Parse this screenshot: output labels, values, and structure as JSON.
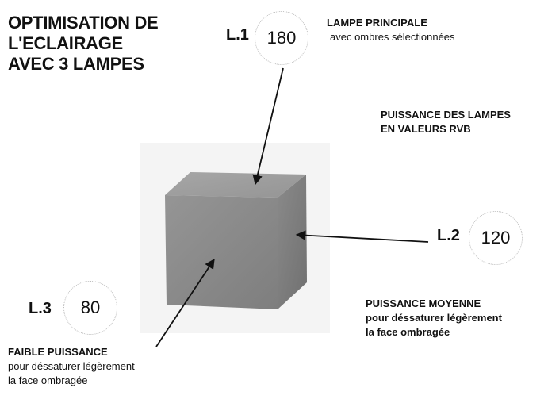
{
  "title": {
    "line1": "OPTIMISATION DE",
    "line2": "L'ECLAIRAGE",
    "line3": "AVEC 3 LAMPES"
  },
  "lamps": [
    {
      "label": "L.1",
      "value": "180"
    },
    {
      "label": "L.2",
      "value": "120"
    },
    {
      "label": "L.3",
      "value": "80"
    }
  ],
  "notes": {
    "main_title": "LAMPE PRINCIPALE",
    "main_sub": "avec ombres sélectionnées",
    "power_line1": "PUISSANCE DES LAMPES",
    "power_line2": "EN VALEURS RVB",
    "medium_title": "PUISSANCE MOYENNE",
    "medium_line1": "pour déssaturer légèrement",
    "medium_line2": "la face ombragée",
    "low_title": "FAIBLE PUISSANCE",
    "low_line1": "pour déssaturer légèrement",
    "low_line2": "la face ombragée"
  },
  "colors": {
    "cube_top": "#9c9c9c",
    "cube_front": "#8a8a8a",
    "cube_side": "#7a7a7a",
    "arrow": "#111111"
  }
}
